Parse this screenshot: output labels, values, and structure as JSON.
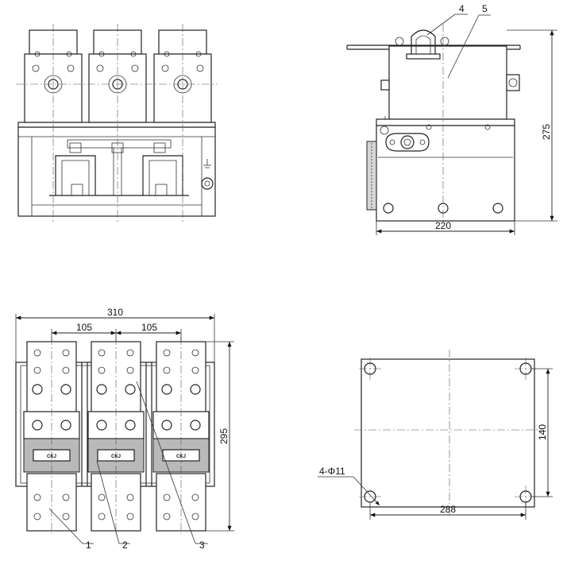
{
  "front_view": {},
  "side_view": {
    "callouts": [
      "4",
      "5"
    ],
    "height_dim": "275",
    "width_dim": "220"
  },
  "top_view": {
    "overall_width": "310",
    "pole_pitch_left": "105",
    "pole_pitch_right": "105",
    "depth_dim": "295",
    "callouts": [
      "1",
      "2",
      "3"
    ],
    "badge_text": "CKJ"
  },
  "mounting_view": {
    "hole_spec": "4-Φ11",
    "vertical_spacing": "140",
    "horizontal_spacing": "288"
  },
  "colors": {
    "line": "#222222",
    "gray_part": "#b9b9b9",
    "background": "#ffffff"
  }
}
